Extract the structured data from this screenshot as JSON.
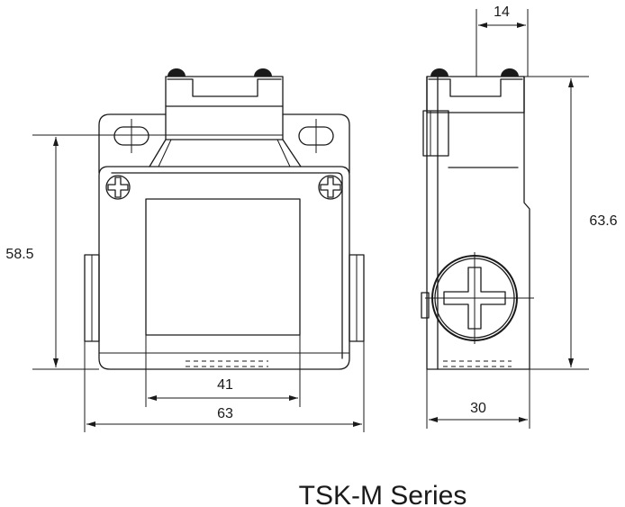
{
  "caption": "TSK-M Series",
  "dimensions": {
    "side_top_width": "14",
    "front_height": "58.5",
    "side_height": "63.6",
    "window_width": "41",
    "body_width": "63",
    "side_depth": "30"
  },
  "colors": {
    "line": "#1a1a1a",
    "background": "#ffffff"
  }
}
